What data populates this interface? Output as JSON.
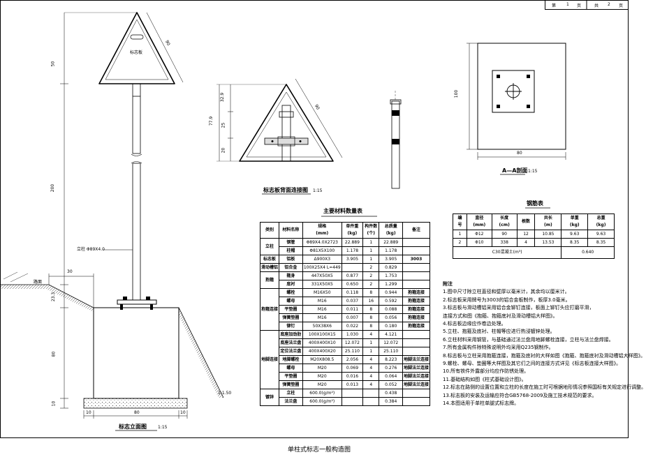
{
  "page_box": {
    "label_page": "第",
    "page_no": "1",
    "unit_page": "页",
    "label_total": "共",
    "total": "2",
    "unit_total": "页"
  },
  "titles": {
    "front": "标志立面图",
    "front_scale": "1:15",
    "back": "标志板背面连接图",
    "back_scale": "1:15",
    "section": "A—A剖面",
    "section_scale": "1:15",
    "materials": "主要材料数量表",
    "rebar": "钢筋表",
    "drawing": "单柱式标志一般构造图"
  },
  "front_view": {
    "plate_label": "标志板",
    "pole_label": "立柱 Φ89X4.0",
    "ground_label": "路面",
    "dims": {
      "side": "90",
      "d50": "50",
      "d200": "200",
      "d23": "23.3",
      "d80": "80",
      "d10": "10",
      "w30": "30",
      "b10a": "10",
      "b80": "80",
      "b10b": "10",
      "slope": "1:1.50"
    }
  },
  "back_view": {
    "dims": {
      "side": "90",
      "h32": "32.9",
      "h25": "25",
      "h20": "20",
      "h779": "77.9"
    }
  },
  "section_view": {
    "dims": {
      "h": "100",
      "w": "80"
    }
  },
  "materials": {
    "headers": [
      "类别",
      "材料名称",
      "规格\n(mm)",
      "单件重\n(kg)",
      "构件数\n(个)",
      "总质量\n(kg)",
      "备注"
    ],
    "groups": [
      {
        "cat": "立柱",
        "rows": [
          [
            "钢管",
            "Φ89X4.0X2723",
            "22.889",
            "1",
            "22.889",
            ""
          ],
          [
            "柱帽",
            "Φ81X5X100",
            "1.178",
            "1",
            "1.178",
            ""
          ]
        ]
      },
      {
        "cat": "标志板",
        "rows": [
          [
            "铝板",
            "Δ900X3",
            "3.905",
            "1",
            "3.905",
            "3003"
          ]
        ]
      },
      {
        "cat": "滑动槽铝",
        "rows": [
          [
            "铝合金",
            "100X25X4 L=449",
            "",
            "2",
            "0.829",
            ""
          ]
        ]
      },
      {
        "cat": "抱箍",
        "rows": [
          [
            "箍身",
            "447X50X5",
            "0.877",
            "2",
            "1.753",
            ""
          ],
          [
            "底衬",
            "331X50X5",
            "0.650",
            "2",
            "1.299",
            ""
          ]
        ]
      },
      {
        "cat": "抱箍连接",
        "rows": [
          [
            "螺栓",
            "M16X50",
            "0.118",
            "8",
            "0.944",
            "抱箍连接"
          ],
          [
            "螺母",
            "M16",
            "0.037",
            "16",
            "0.592",
            "抱箍连接"
          ],
          [
            "平垫圈",
            "M16",
            "0.011",
            "8",
            "0.088",
            "抱箍连接"
          ],
          [
            "弹簧垫圈",
            "M16",
            "0.007",
            "8",
            "0.056",
            "抱箍连接"
          ],
          [
            "铆钉",
            "50X38X6",
            "0.022",
            "8",
            "0.180",
            "抱箍连接"
          ]
        ]
      },
      {
        "cat": "地脚连接",
        "rows": [
          [
            "底座加劲肋",
            "100X100X15",
            "1.030",
            "4",
            "4.121",
            ""
          ],
          [
            "底座法兰盘",
            "400X400X10",
            "12.072",
            "1",
            "12.072",
            ""
          ],
          [
            "定位法兰盘",
            "400X400X20",
            "25.110",
            "1",
            "25.110",
            ""
          ],
          [
            "地脚螺栓",
            "M20X808.5",
            "2.056",
            "4",
            "8.223",
            "地脚法兰连接"
          ],
          [
            "螺母",
            "M20",
            "0.069",
            "4",
            "0.276",
            "地脚法兰连接"
          ],
          [
            "平垫圈",
            "M20",
            "0.016",
            "4",
            "0.064",
            "地脚法兰连接"
          ],
          [
            "弹簧垫圈",
            "M20",
            "0.013",
            "4",
            "0.052",
            "地脚法兰连接"
          ]
        ]
      },
      {
        "cat": "镀锌",
        "rows": [
          [
            "立柱",
            "600.0(g/m²)",
            "",
            "",
            "0.438",
            ""
          ],
          [
            "法兰盘",
            "600.0(g/m²)",
            "",
            "",
            "0.384",
            ""
          ]
        ]
      }
    ]
  },
  "rebar": {
    "headers": [
      "编\n号",
      "直径\n(mm)",
      "长度\n(cm)",
      "根数",
      "共长\n(m)",
      "单重\n(kg)",
      "总重\n(kg)"
    ],
    "rows": [
      [
        "1",
        "Φ12",
        "90",
        "12",
        "10.85",
        "9.63",
        "9.63"
      ],
      [
        "2",
        "Φ10",
        "338",
        "4",
        "13.53",
        "8.35",
        "8.35"
      ]
    ],
    "concrete_label": "C30混凝土(m³)",
    "concrete_value": "0.640"
  },
  "notes": {
    "heading": "附注",
    "items": [
      "1.图中尺寸除立柱直径和壁厚以毫米计，其余均以厘米计。",
      "2.标志板采用牌号为3003的铝合金板制作，板厚3.0毫米。",
      "3.标志板与滑动槽铝采用铝合金铆钉连接，板面上铆钉头应打磨平滑，",
      "   连接方式和图《抱箍、抱箍底衬及滑动槽铝大样图》。",
      "4.标志板边缘应作卷边处理。",
      "5.立柱、抱箍及底衬、柱帽等应进行热浸镀锌处理。",
      "6.立柱材料采用钢管，与基础通过法兰盘用地脚螺栓连接，立柱与法兰盘焊接。",
      "7.所有金属构件除特殊说明外均采用Q235钢制作。",
      "8.标志板与立柱采用抱箍连接，抱箍及底衬的大样如图《抱箍、抱箍底衬及滑动槽铝大样图》。",
      "9.螺栓、螺母、垫圈等大样图及其它们之间的连接方式详见《标志板连接大样图》。",
      "10.所有铁件外露部分均应作防锈处理。",
      "11.基础结构如图《柱式基础设计图》。",
      "12.标志在路侧的设置位置和立柱的长度在施工时可根据地形情况参照国标有关规定进行调整。",
      "13.标志板的安装及运输应符合GB5768-2009及施工技术规范的要求。",
      "14.本图适用于单柱单腿式标志牌。"
    ]
  }
}
